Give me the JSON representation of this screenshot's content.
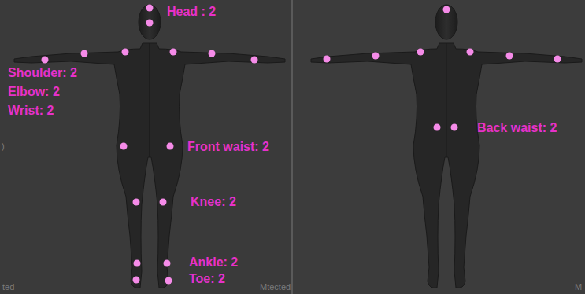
{
  "diagram": {
    "labels": [
      "Head : 2",
      "Shoulder: 2",
      "Elbow: 2",
      "Wrist: 2",
      "Front waist: 2",
      "Knee: 2",
      "Ankle: 2",
      "Toe: 2",
      "Back waist: 2",
      "ted",
      "Mtected",
      "M",
      ")"
    ]
  }
}
